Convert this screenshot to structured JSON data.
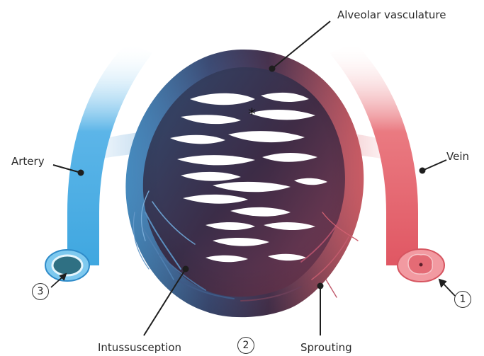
{
  "labels": {
    "alveolar": "Alveolar vasculature",
    "artery": "Artery",
    "vein": "Vein",
    "intussusception": "Intussusception",
    "sprouting": "Sprouting",
    "asterisk": "*"
  },
  "markers": {
    "one": "1",
    "two": "2",
    "three": "3"
  },
  "colors": {
    "artery": "#3fa3dd",
    "vein": "#e2616a",
    "mesh_dark": "#3d2f47",
    "mesh_blue": "#3a72a8",
    "mesh_red": "#c64c5e"
  }
}
